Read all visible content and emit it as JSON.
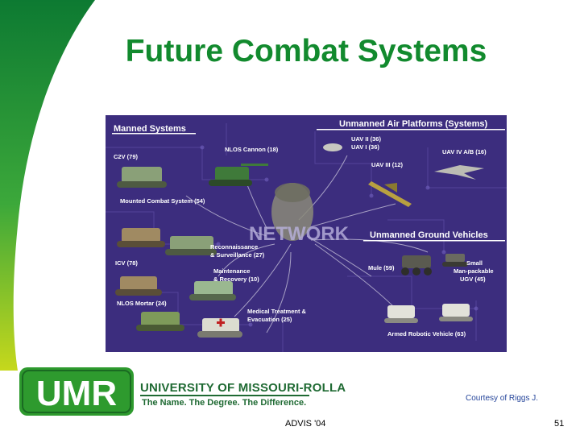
{
  "slide": {
    "title": "Future Combat Systems",
    "footer_text": "ADVIS '04",
    "page_number": "51",
    "courtesy": "Courtesy of Riggs J."
  },
  "branding": {
    "logo_text": "UMR",
    "university": "UNIVERSITY OF MISSOURI-ROLLA",
    "slogan": "The Name. The Degree. The Difference.",
    "green": "#2e9a2e",
    "dark_green": "#1f6a33"
  },
  "diagram": {
    "background": "#3c2d7e",
    "center_label": "NETWORK",
    "sections": {
      "manned": "Manned Systems",
      "air": "Unmanned Air Platforms (Systems)",
      "ground": "Unmanned Ground Vehicles"
    },
    "items": {
      "c2v": "C2V (79)",
      "nlos_cannon": "NLOS Cannon (18)",
      "mcs": "Mounted Combat System (54)",
      "recon_1": "Reconnaissance",
      "recon_2": "& Surveillance (27)",
      "icv": "ICV (78)",
      "maint_1": "Maintenance",
      "maint_2": "& Recovery (10)",
      "nlos_mortar": "NLOS Mortar (24)",
      "medical_1": "Medical Treatment &",
      "medical_2": "Evacuation (25)",
      "uav2": "UAV II (36)",
      "uav1": "UAV I (36)",
      "uav4": "UAV IV A/B (16)",
      "uav3": "UAV III (12)",
      "mule": "Mule (59)",
      "small_1": "Small",
      "small_2": "Man-packable",
      "small_3": "UGV (45)",
      "arv": "Armed Robotic Vehicle (63)"
    }
  }
}
